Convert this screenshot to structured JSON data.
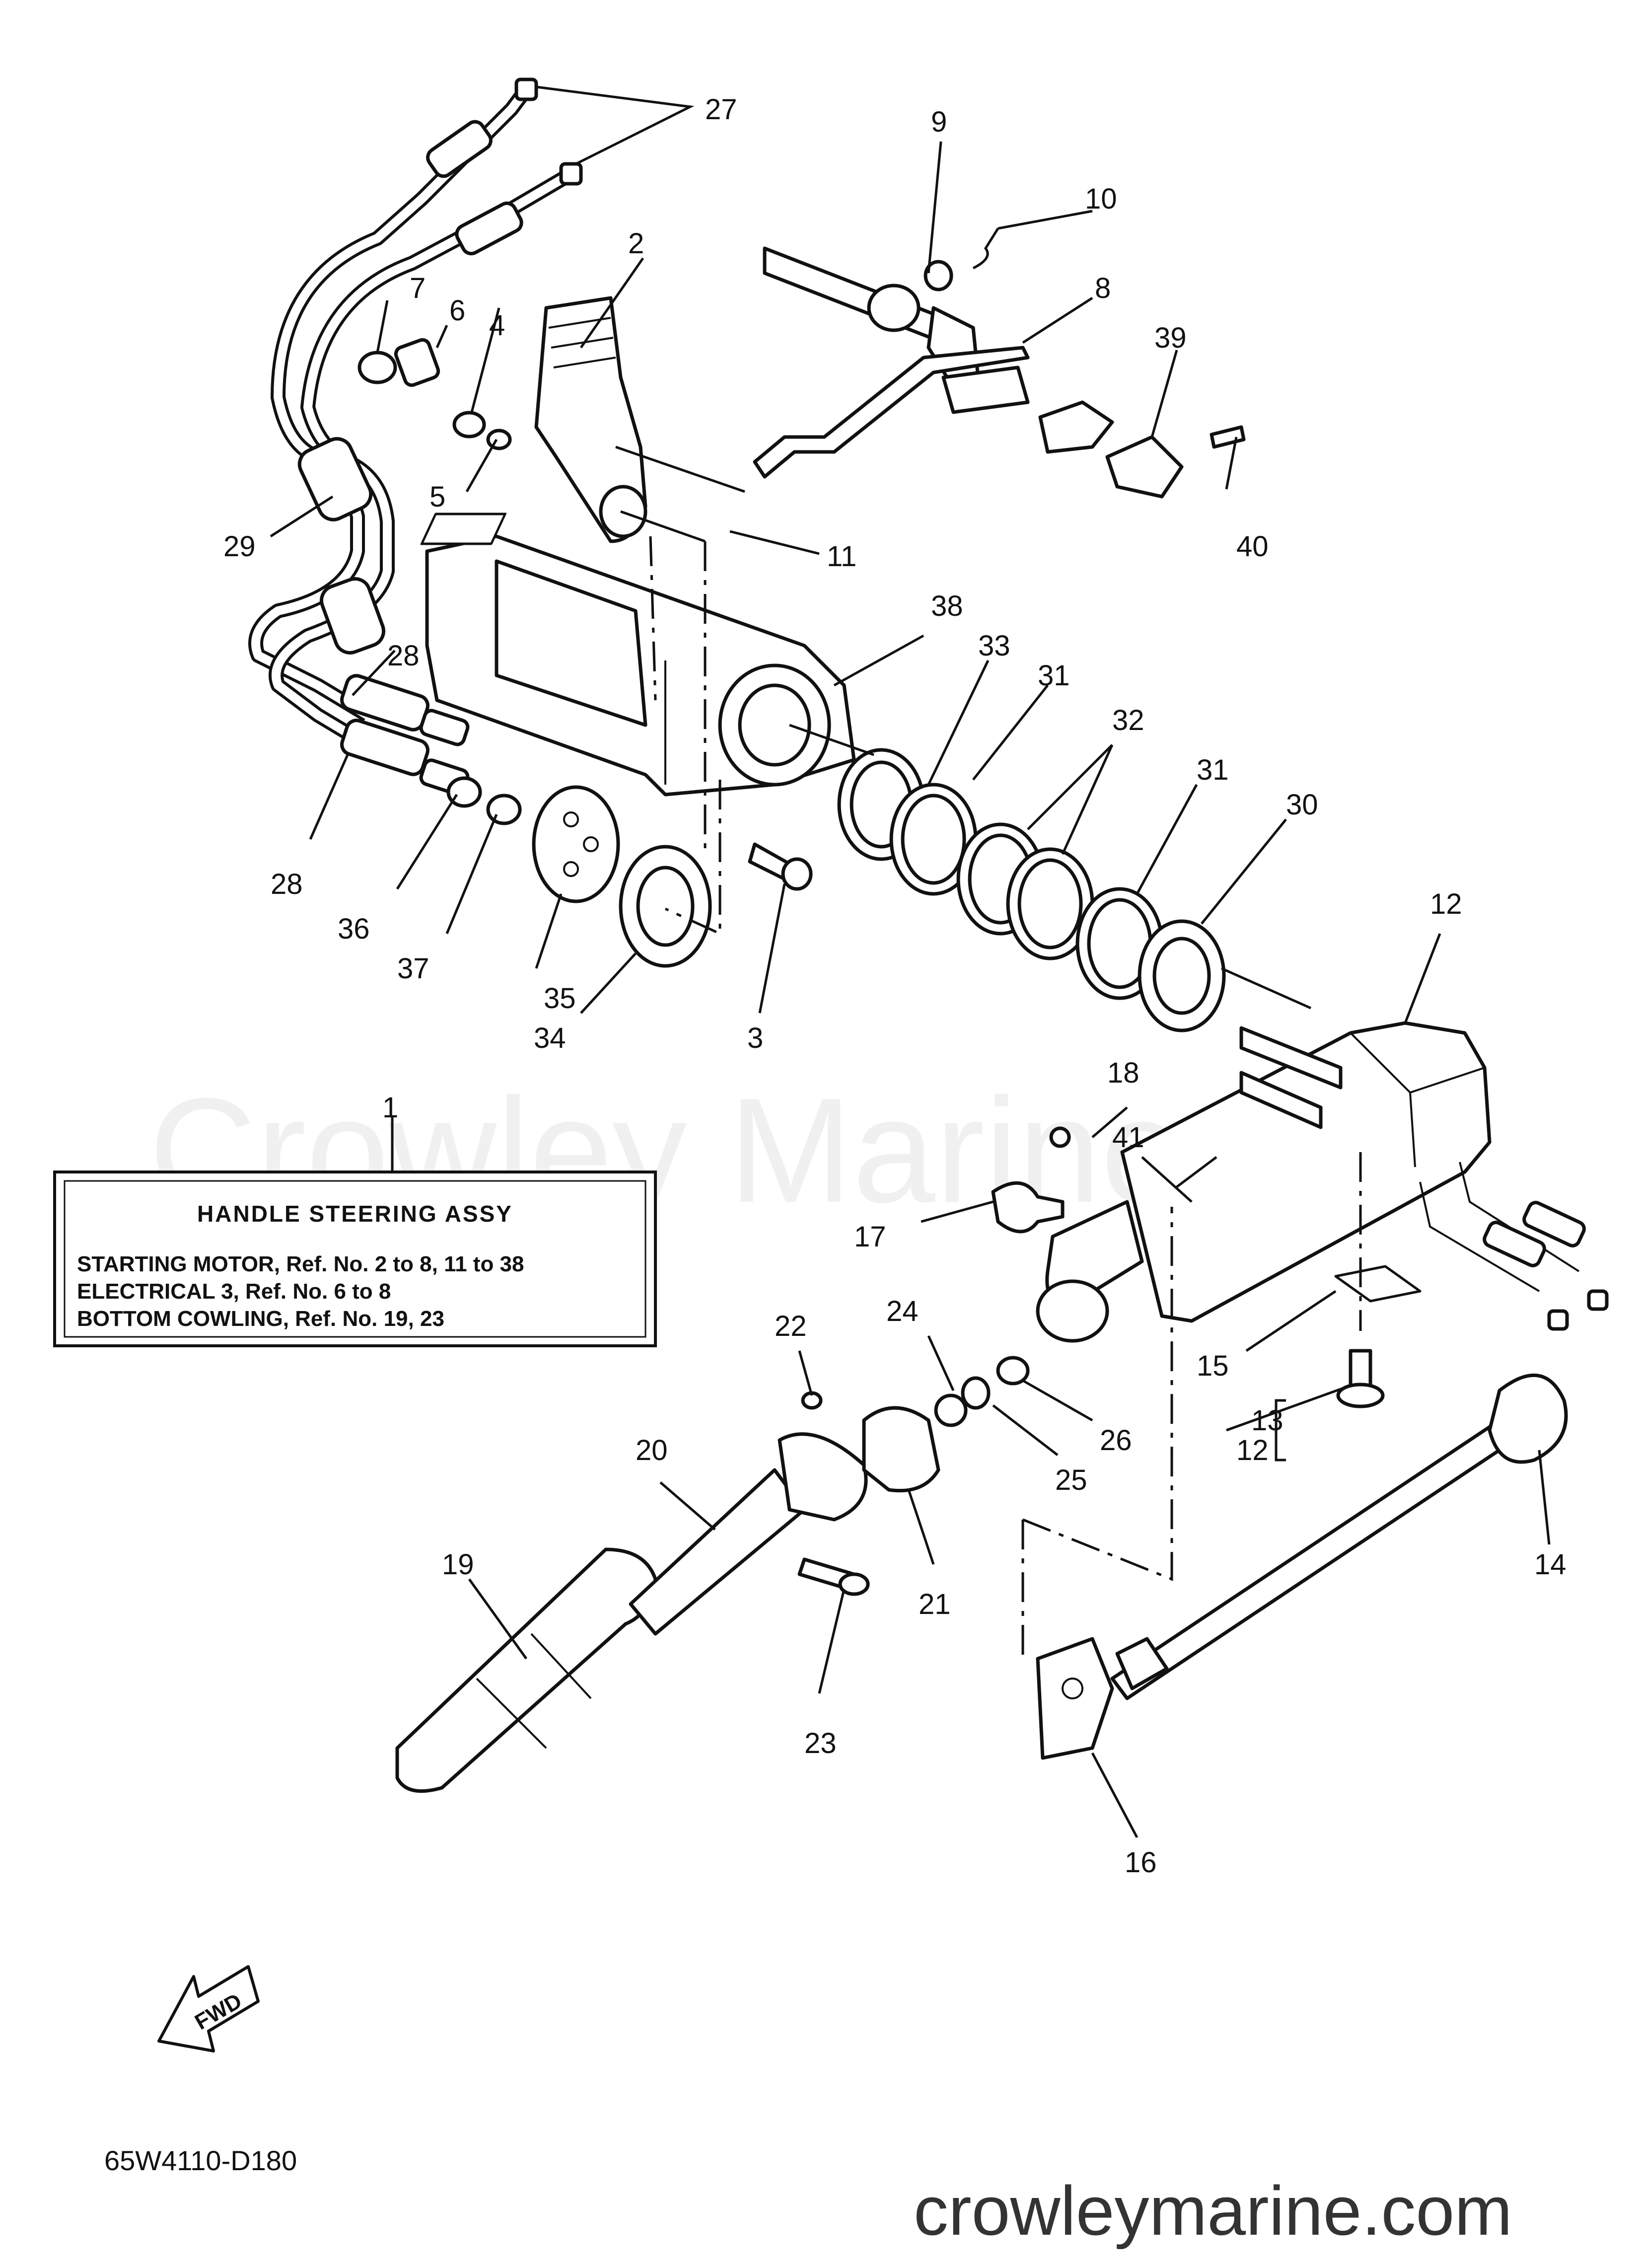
{
  "watermark": "Crowley Marine",
  "website": "crowleymarine.com",
  "diagram_code": "65W4110-D180",
  "fwd_label": "FWD",
  "info_box": {
    "title": "HANDLE STEERING ASSY",
    "lines": [
      "STARTING MOTOR,  Ref. No. 2 to 8, 11 to 38",
      "ELECTRICAL 3,  Ref. No. 6 to 8",
      "BOTTOM COWLING,  Ref. No. 19, 23"
    ]
  },
  "callouts": {
    "c1": "1",
    "c2": "2",
    "c3": "3",
    "c4": "4",
    "c5": "5",
    "c6": "6",
    "c7": "7",
    "c8": "8",
    "c9": "9",
    "c10": "10",
    "c11": "11",
    "c12a": "12",
    "c12b": "12",
    "c13": "13",
    "c14": "14",
    "c15": "15",
    "c16": "16",
    "c17": "17",
    "c18": "18",
    "c19": "19",
    "c20": "20",
    "c21": "21",
    "c22": "22",
    "c23": "23",
    "c24": "24",
    "c25": "25",
    "c26": "26",
    "c27": "27",
    "c28a": "28",
    "c28b": "28",
    "c29": "29",
    "c30": "30",
    "c31a": "31",
    "c31b": "31",
    "c32": "32",
    "c33": "33",
    "c34": "34",
    "c35": "35",
    "c36": "36",
    "c37": "37",
    "c38": "38",
    "c39": "39",
    "c40": "40",
    "c41": "41"
  }
}
